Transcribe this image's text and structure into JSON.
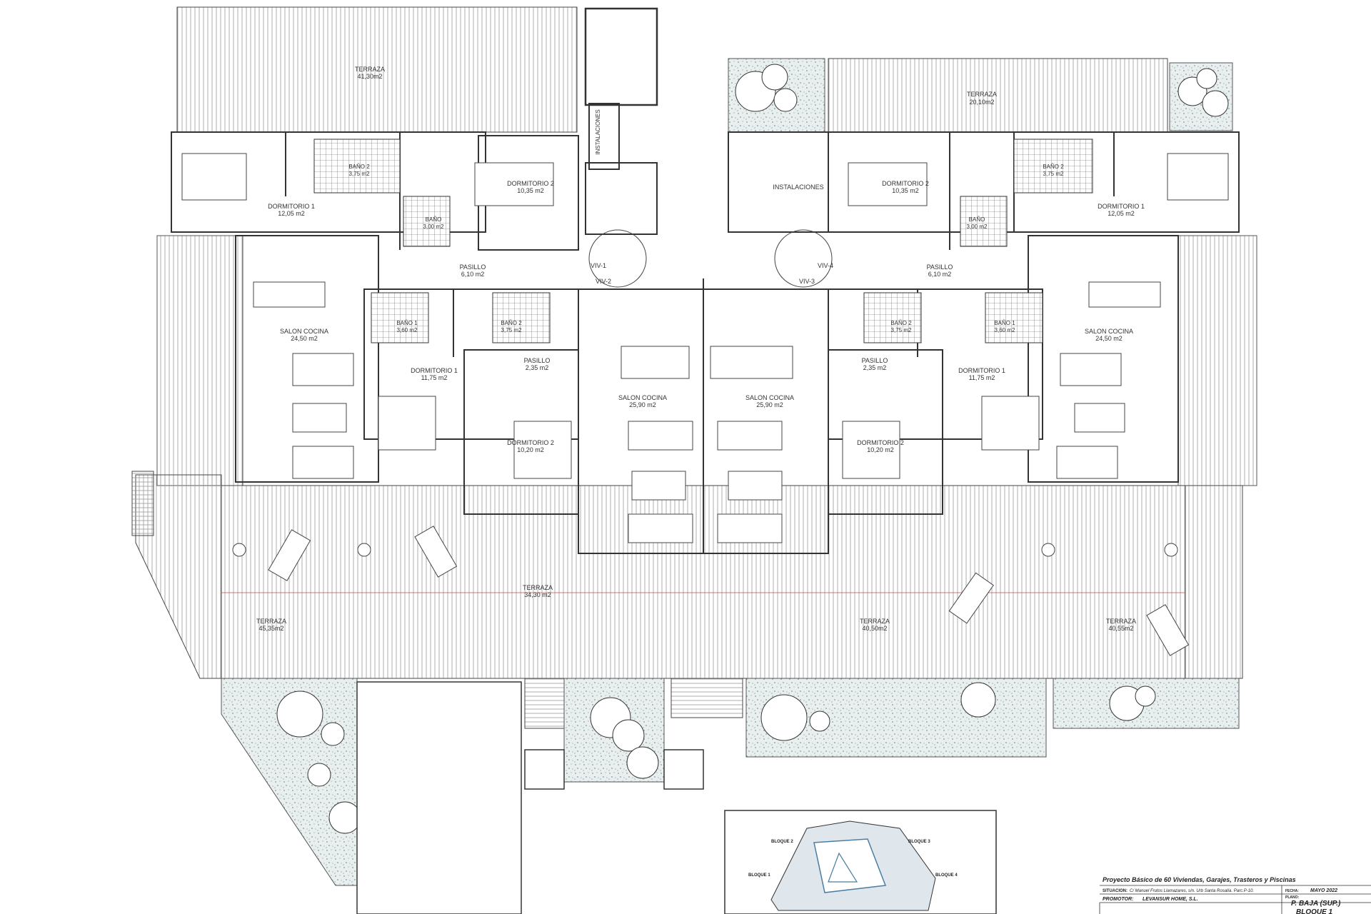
{
  "rooms": {
    "terraza_top_left": {
      "name": "TERRAZA",
      "area": "41,30m2"
    },
    "terraza_top_right": {
      "name": "TERRAZA",
      "area": "20,10m2"
    },
    "instalaciones_left": {
      "name": "INSTALACIONES"
    },
    "instalaciones_right": {
      "name": "INSTALACIONES"
    },
    "dormitorio1_tl": {
      "name": "DORMITORIO 1",
      "area": "12,05 m2"
    },
    "bano2_tl": {
      "name": "BAÑO 2",
      "area": "3,75 m2"
    },
    "bano_tl": {
      "name": "BAÑO",
      "area": "3,00 m2"
    },
    "dormitorio2_tl": {
      "name": "DORMITORIO 2",
      "area": "10,35 m2"
    },
    "dormitorio2_tr": {
      "name": "DORMITORIO 2",
      "area": "10,35 m2"
    },
    "bano2_tr": {
      "name": "BAÑO 2",
      "area": "3,75 m2"
    },
    "bano_tr": {
      "name": "BAÑO",
      "area": "3,00 m2"
    },
    "dormitorio1_tr": {
      "name": "DORMITORIO 1",
      "area": "12,05 m2"
    },
    "pasillo_tl": {
      "name": "PASILLO",
      "area": "6,10 m2"
    },
    "pasillo_tr": {
      "name": "PASILLO",
      "area": "6,10 m2"
    },
    "salon_cocina_l": {
      "name": "SALON COCINA",
      "area": "24,50 m2"
    },
    "salon_cocina_r": {
      "name": "SALON COCINA",
      "area": "24,50 m2"
    },
    "bano1_ml": {
      "name": "BAÑO 1",
      "area": "3,60 m2"
    },
    "bano2_ml": {
      "name": "BAÑO 2",
      "area": "3,75 m2"
    },
    "bano2_mr": {
      "name": "BAÑO 2",
      "area": "3,75 m2"
    },
    "bano1_mr": {
      "name": "BAÑO 1",
      "area": "3,60 m2"
    },
    "pasillo_ml": {
      "name": "PASILLO",
      "area": "2,35 m2"
    },
    "pasillo_mr": {
      "name": "PASILLO",
      "area": "2,35 m2"
    },
    "dormitorio1_ml": {
      "name": "DORMITORIO 1",
      "area": "11,75 m2"
    },
    "dormitorio1_mr": {
      "name": "DORMITORIO 1",
      "area": "11,75 m2"
    },
    "salon_cocina_cl": {
      "name": "SALON COCINA",
      "area": "25,90 m2"
    },
    "salon_cocina_cr": {
      "name": "SALON COCINA",
      "area": "25,90 m2"
    },
    "dormitorio2_ml": {
      "name": "DORMITORIO 2",
      "area": "10,20 m2"
    },
    "dormitorio2_mr": {
      "name": "DORMITORIO 2",
      "area": "10,20 m2"
    },
    "terraza_center": {
      "name": "TERRAZA",
      "area": "34,30 m2"
    },
    "terraza_left": {
      "name": "TERRAZA",
      "area": "45,35m2"
    },
    "terraza_right_center": {
      "name": "TERRAZA",
      "area": "40,50m2"
    },
    "terraza_right": {
      "name": "TERRAZA",
      "area": "40,55m2"
    }
  },
  "units": {
    "viv1": "VIV-1",
    "viv2": "VIV-2",
    "viv3": "VIV-3",
    "viv4": "VIV-4"
  },
  "keyplan": {
    "bloque1": "BLOQUE 1",
    "bloque2": "BLOQUE 2",
    "bloque3": "BLOQUE 3",
    "bloque4": "BLOQUE 4"
  },
  "title_block": {
    "project": "Proyecto Básico de 60 Viviendas, Garajes, Trasteros y Piscinas",
    "situacion_label": "SITUACION:",
    "situacion": "C/ Manuel Frutos Llamazares, s/n. Urb Santa Rosalía. Parc.P-10.",
    "promotor_label": "PROMOTOR:",
    "promotor": "LEVANSUR HOME, S.L.",
    "fecha_label": "FECHA:",
    "fecha": "MAYO 2022",
    "plano_label": "PLANO:",
    "plano": "P. BAJA (SUP.)",
    "bloque": "BLOQUE 1"
  },
  "colors": {
    "line": "#3a3a3a",
    "hatch": "#8a8a8a",
    "planting": "#b9c9c9",
    "accent_line": "#c0504d"
  }
}
